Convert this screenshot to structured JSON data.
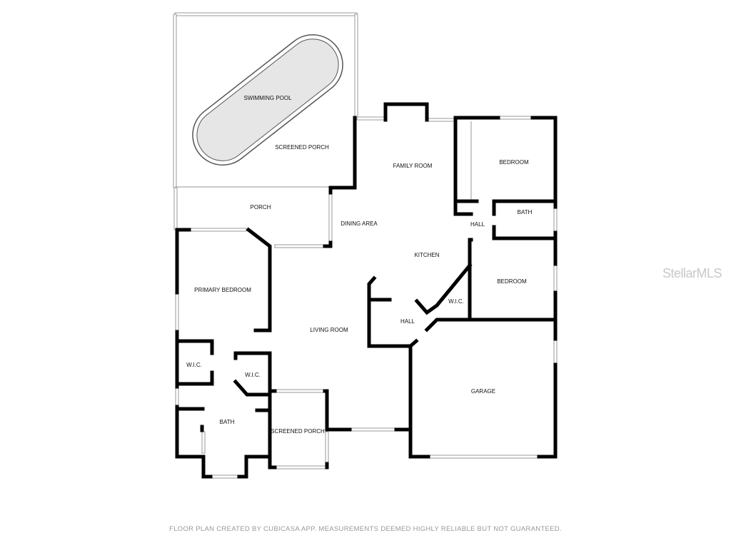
{
  "rooms": {
    "swimming_pool": "SWIMMING POOL",
    "screened_porch_top": "SCREENED PORCH",
    "family_room": "FAMILY ROOM",
    "bedroom_1": "BEDROOM",
    "bath_1": "BATH",
    "hall_1": "HALL",
    "porch": "PORCH",
    "dining_area": "DINING AREA",
    "kitchen": "KITCHEN",
    "primary_bedroom": "PRIMARY BEDROOM",
    "bedroom_2": "BEDROOM",
    "wic_1": "W.I.C.",
    "hall_2": "HALL",
    "living_room": "LIVING ROOM",
    "wic_2": "W.I.C.",
    "wic_3": "W.I.C.",
    "bath_2": "BATH",
    "garage": "GARAGE",
    "screened_porch_bottom": "SCREENED PORCH"
  },
  "watermark": "StellarMLS",
  "footer": "FLOOR PLAN CREATED BY CUBICASA APP. MEASUREMENTS DEEMED HIGHLY RELIABLE BUT NOT GUARANTEED.",
  "colors": {
    "wall": "#000000",
    "pool": "#e6e6e6",
    "text": "#111111"
  }
}
